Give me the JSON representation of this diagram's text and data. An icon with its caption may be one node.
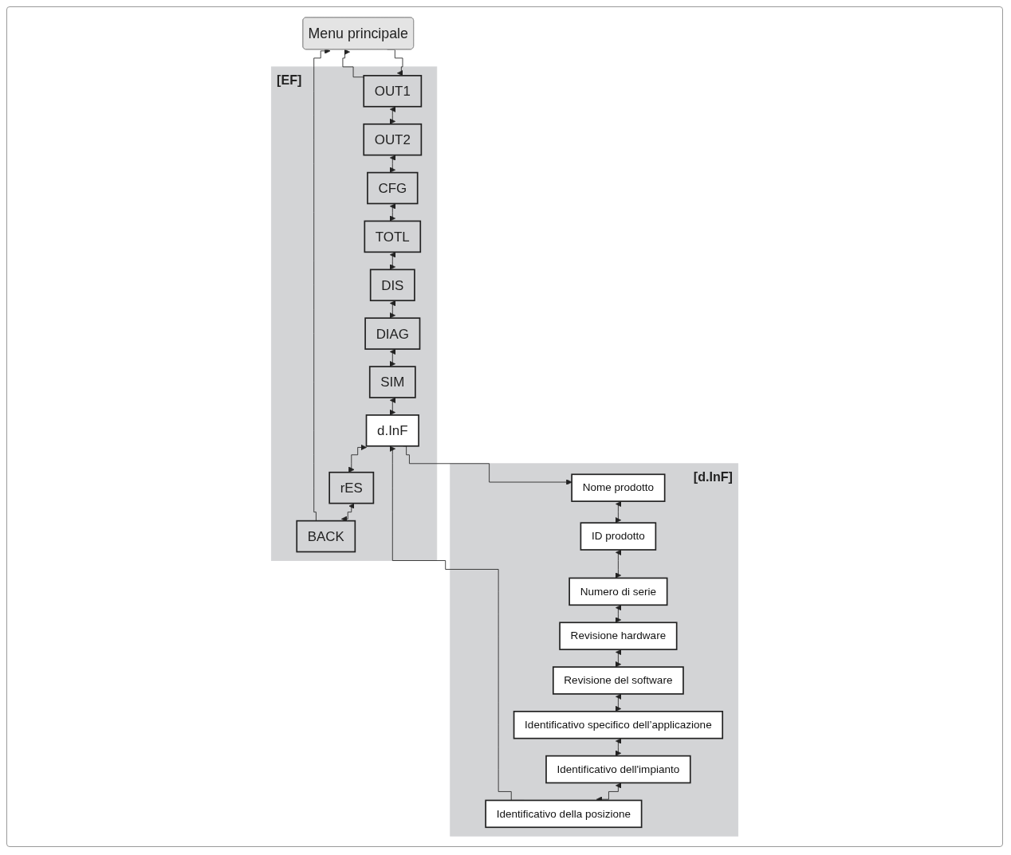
{
  "diagram": {
    "nodes": [
      {
        "text": [
          "Menu principale"
        ]
      },
      {
        "text": [
          "[EF]"
        ]
      },
      {
        "text": [
          "OUT1"
        ],
        "in": 1
      },
      {
        "text": [
          "OUT2"
        ],
        "in": 1
      },
      {
        "text": [
          "CFG"
        ],
        "in": 1
      },
      {
        "text": [
          "TOTL"
        ],
        "in": 1
      },
      {
        "text": [
          "DIS"
        ],
        "in": 1
      },
      {
        "text": [
          "DIAG"
        ],
        "in": 1
      },
      {
        "text": [
          "SIM"
        ],
        "in": 1
      },
      {
        "text": [
          "d.InF"
        ],
        "in": 1
      },
      {
        "text": [
          "rES"
        ],
        "in": 1
      },
      {
        "text": [
          "BACK"
        ],
        "in": 1
      },
      {
        "text": [
          "[d.InF]"
        ]
      },
      {
        "text": [
          "Nome prodotto"
        ],
        "in": 12
      },
      {
        "text": [
          "ID prodotto"
        ],
        "in": 12
      },
      {
        "text": [
          "Numero di serie"
        ],
        "in": 12
      },
      {
        "text": [
          "Revisione hardware"
        ],
        "in": 12
      },
      {
        "text": [
          "Revisione del software"
        ],
        "in": 12
      },
      {
        "text": [
          "Identificativo specifico dell’applicazione"
        ],
        "in": 12
      },
      {
        "text": [
          "Identificativo dell'impianto"
        ],
        "in": 12
      },
      {
        "text": [
          "Identificativo della posizione"
        ],
        "in": 12
      }
    ],
    "edges": [
      {
        "from": 0,
        "to": 2,
        "arrow": "to"
      },
      {
        "from": 2,
        "to": 0,
        "arrow": "to"
      },
      {
        "from": 2,
        "to": 3,
        "arrow": "both"
      },
      {
        "from": 3,
        "to": 4,
        "arrow": "both"
      },
      {
        "from": 4,
        "to": 5,
        "arrow": "both"
      },
      {
        "from": 5,
        "to": 6,
        "arrow": "both"
      },
      {
        "from": 6,
        "to": 7,
        "arrow": "both"
      },
      {
        "from": 7,
        "to": 8,
        "arrow": "both"
      },
      {
        "from": 8,
        "to": 9,
        "arrow": "both"
      },
      {
        "from": 9,
        "to": 10,
        "arrow": "both"
      },
      {
        "from": 10,
        "to": 11,
        "arrow": "both"
      },
      {
        "from": 11,
        "to": 0,
        "arrow": "to"
      },
      {
        "from": 9,
        "to": 13,
        "arrow": "to"
      },
      {
        "from": 13,
        "to": 14,
        "arrow": "both"
      },
      {
        "from": 14,
        "to": 15,
        "arrow": "both"
      },
      {
        "from": 15,
        "to": 16,
        "arrow": "both"
      },
      {
        "from": 16,
        "to": 17,
        "arrow": "both"
      },
      {
        "from": 17,
        "to": 18,
        "arrow": "both"
      },
      {
        "from": 18,
        "to": 19,
        "arrow": "both"
      },
      {
        "from": 19,
        "to": 20,
        "arrow": "both"
      },
      {
        "from": 20,
        "to": 9,
        "arrow": "to"
      }
    ]
  }
}
